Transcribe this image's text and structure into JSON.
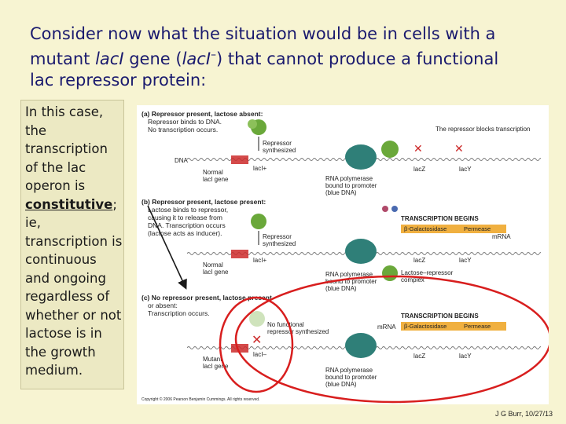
{
  "title": {
    "line1": "Consider now what the situation would be in cells with a",
    "line2_pre": "mutant ",
    "line2_gene": "lacI",
    "line2_mid": " gene (",
    "line2_allele": "lacI",
    "line2_sup": "–",
    "line2_post": ") that cannot produce a functional",
    "line3": "lac repressor protein:"
  },
  "sidebar": {
    "pre": "In this case, the transcription of the lac operon is ",
    "keyword": "constitutive",
    "post": "; ie, transcription is continuous and ongoing regardless of whether or not lactose is in the growth medium."
  },
  "figure": {
    "panel_a": {
      "heading": "(a) Repressor present, lactose absent:",
      "line2": "Repressor binds to DNA.",
      "line3": "No transcription occurs.",
      "repressor_label": "Repressor",
      "repressor_label2": "synthesized",
      "blocks_label": "The repressor blocks transcription",
      "dna": "DNA",
      "normal": "Normal",
      "gene": "lacI gene",
      "laci_plus": "lacI+",
      "rnap1": "RNA polymerase",
      "rnap2": "bound to promoter",
      "rnap3": "(blue DNA)",
      "lacz": "lacZ",
      "lacy": "lacY"
    },
    "panel_b": {
      "heading": "(b) Repressor present, lactose present:",
      "line2": "Lactose binds to repressor,",
      "line3": "causing it to release from",
      "line4": "DNA. Transcription occurs",
      "line5": "(lactose acts as inducer).",
      "transcription_begins": "TRANSCRIPTION BEGINS",
      "gal": "β-Galactosidase",
      "perm": "Permease",
      "mrna": "mRNA",
      "repressor_label": "Repressor",
      "repressor_label2": "synthesized",
      "normal": "Normal",
      "gene": "lacI gene",
      "laci_plus": "lacI+",
      "rnap1": "RNA polymerase",
      "rnap2": "bound to promoter",
      "rnap3": "(blue DNA)",
      "complex1": "Lactose–repressor",
      "complex2": "complex",
      "lacz": "lacZ",
      "lacy": "lacY"
    },
    "panel_c": {
      "heading": "(c) No repressor present, lactose present",
      "line2": "or absent:",
      "line3": "Transcription occurs.",
      "nofunc1": "No functional",
      "nofunc2": "repressor synthesized",
      "transcription_begins": "TRANSCRIPTION BEGINS",
      "gal": "β-Galactosidase",
      "perm": "Permease",
      "mrna": "mRNA",
      "mutant": "Mutant",
      "gene": "lacI gene",
      "laci_minus": "lacI–",
      "rnap1": "RNA polymerase",
      "rnap2": "bound to promoter",
      "rnap3": "(blue DNA)",
      "lacz": "lacZ",
      "lacy": "lacY"
    },
    "copyright": "Copyright © 2006 Pearson Benjamin Cummings. All rights reserved."
  },
  "footer": "J G Burr, 10/27/13",
  "colors": {
    "background": "#f7f4d2",
    "title_text": "#1a1a6e",
    "highlight_ellipse": "#d81e1e",
    "repressor_green": "#6aa83a",
    "polymerase_teal": "#2f7f78",
    "banner_orange": "#f0b040",
    "gene_red_arrow": "#cc2a2a"
  }
}
